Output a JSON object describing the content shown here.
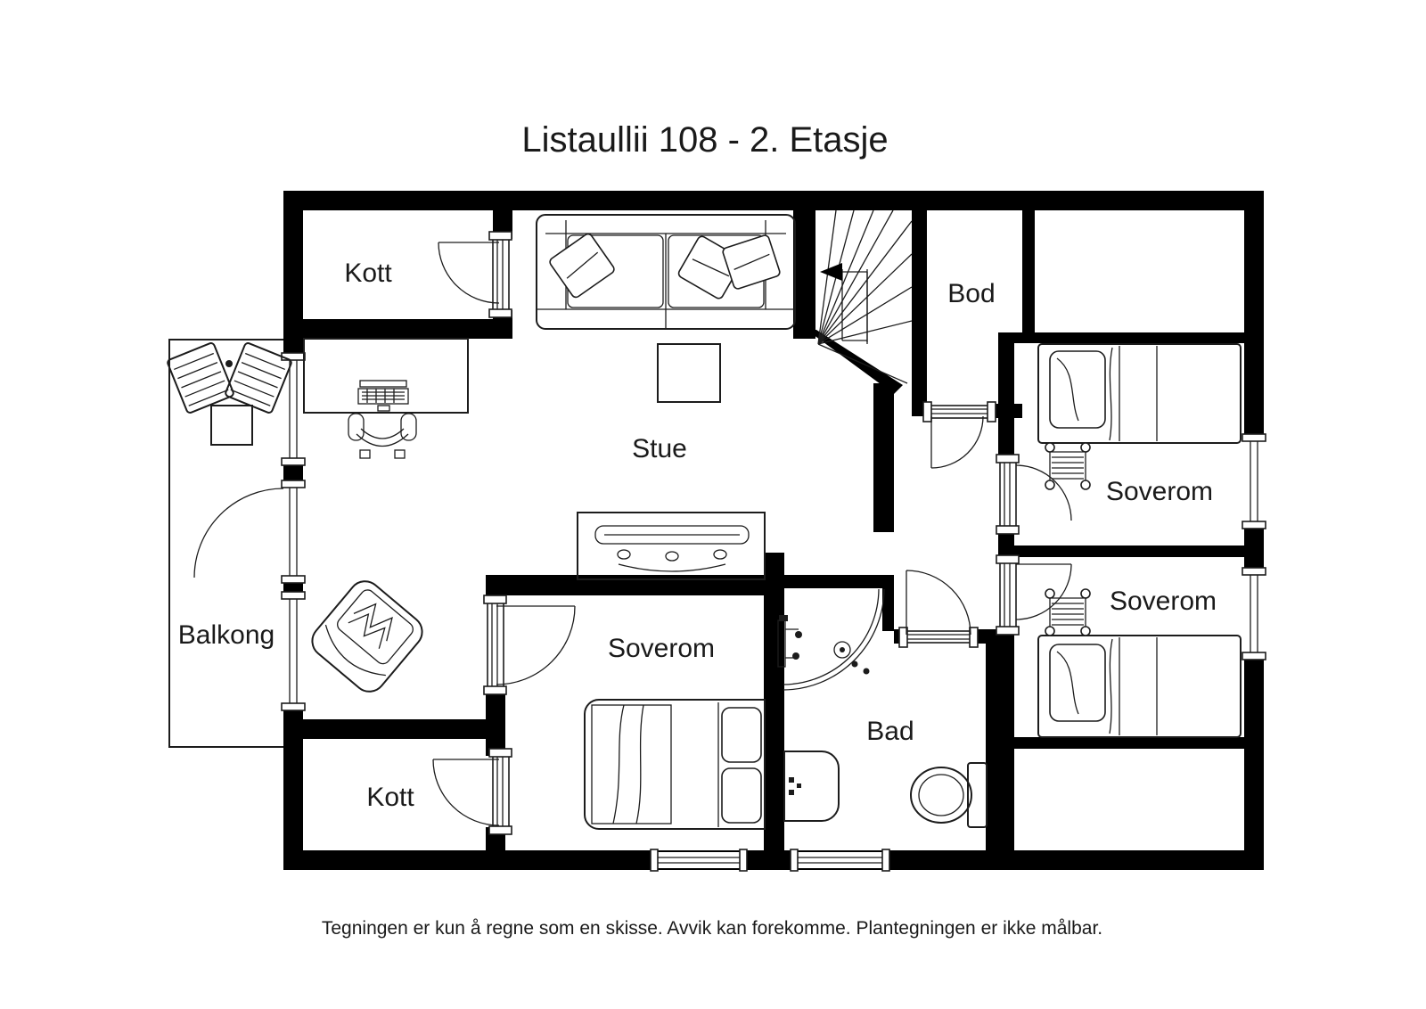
{
  "title": "Listaullii 108 - 2. Etasje",
  "footer": {
    "disclaimer": "Tegningen er kun å regne som en skisse. Avvik kan forekomme. Plantegningen er ikke målbar."
  },
  "floor_plan": {
    "floor_name": "2. Etasje",
    "rooms": {
      "kott_top": {
        "label": "Kott"
      },
      "stue": {
        "label": "Stue"
      },
      "bod": {
        "label": "Bod"
      },
      "soverom_right_upper": {
        "label": "Soverom"
      },
      "soverom_right_lower": {
        "label": "Soverom"
      },
      "soverom_main": {
        "label": "Soverom"
      },
      "bad": {
        "label": "Bad"
      },
      "kott_bottom": {
        "label": "Kott"
      },
      "balkong": {
        "label": "Balkong"
      }
    },
    "colors": {
      "wall": "#000000",
      "outline": "#1c1c1c",
      "floor": "#ffffff",
      "text": "#1a1a1a"
    }
  }
}
